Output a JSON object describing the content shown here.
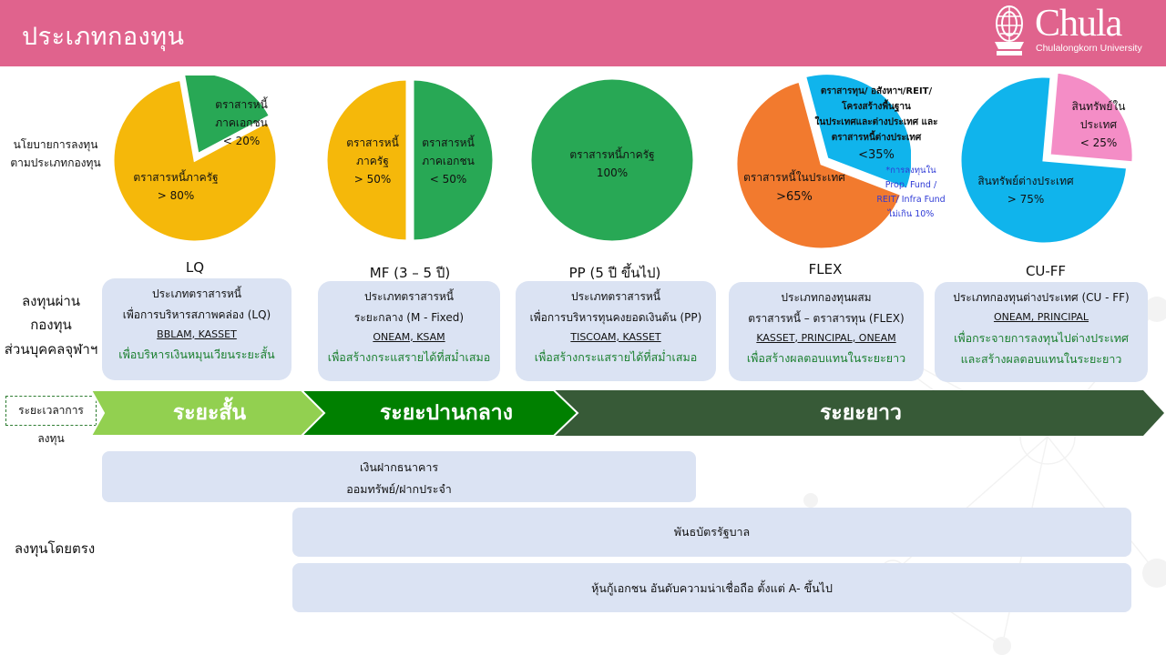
{
  "header": {
    "title": "ประเภทกองทุน"
  },
  "logo": {
    "wordmark": "Chula",
    "subtitle": "Chulalongkorn University"
  },
  "row_labels": {
    "policy_line1": "นโยบายการลงทุน",
    "policy_line2": "ตามประเภทกองทุน",
    "invest_via_line1": "ลงทุนผ่าน",
    "invest_via_line2": "กองทุน",
    "invest_via_line3": "ส่วนบุคคลจุฬาฯ",
    "direct": "ลงทุนโดยตรง"
  },
  "pies": [
    {
      "slices": [
        {
          "line1": "ตราสารหนี้",
          "line2": "ภาคเอกชน",
          "line3": "< 20%",
          "share": 0.2,
          "color": "#28a855"
        },
        {
          "line1": "ตราสารหนี้ภาครัฐ",
          "line2": "> 80%",
          "share": 0.8,
          "color": "#f5b80a"
        }
      ]
    },
    {
      "slices": [
        {
          "line1": "ตราสารหนี้",
          "line2": "ภาคเอกชน",
          "line3": "< 50%",
          "share": 0.5,
          "color": "#28a855"
        },
        {
          "line1": "ตราสารหนี้",
          "line2": "ภาครัฐ",
          "line3": "> 50%",
          "share": 0.5,
          "color": "#f5b80a"
        }
      ]
    },
    {
      "slices": [
        {
          "line1": "ตราสารหนี้ภาครัฐ",
          "line2": "100%",
          "share": 1.0,
          "color": "#28a855"
        }
      ]
    },
    {
      "slices": [
        {
          "line1": "ตราสารทุน/ อสังหาฯ/REIT/",
          "line2": "โครงสร้างพื้นฐาน",
          "line3": "ในประเทศและต่างประเทศ และ",
          "line4": "ตราสารหนี้ต่างประเทศ",
          "line5": "<35%",
          "share": 0.35,
          "color": "#10b4ec"
        },
        {
          "line1": "ตราสารหนี้ในประเทศ",
          "line2": ">65%",
          "share": 0.65,
          "color": "#f27a2e"
        }
      ],
      "note": {
        "line1": "*การลงทุนใน",
        "line2": "Prop. Fund /",
        "line3": "REIT/ Infra Fund",
        "line4": "ไม่เกิน 10%"
      }
    },
    {
      "slices": [
        {
          "line1": "สินทรัพย์ใน",
          "line2": "ประเทศ",
          "line3": "< 25%",
          "share": 0.25,
          "color": "#f48dc6"
        },
        {
          "line1": "สินทรัพย์ต่างประเทศ",
          "line2": "> 75%",
          "share": 0.75,
          "color": "#10b4ec"
        }
      ]
    }
  ],
  "funds": [
    {
      "title": "LQ",
      "type_line": "ประเภทตราสารหนี้",
      "desc_line": "เพื่อการบริหารสภาพคล่อง (LQ)",
      "managers": "BBLAM, KASSET",
      "purpose": "เพื่อบริหารเงินหมุนเวียนระยะสั้น"
    },
    {
      "title": "MF (3 – 5 ปี)",
      "type_line": "ประเภทตราสารหนี้",
      "desc_line": "ระยะกลาง (M - Fixed)",
      "managers": "ONEAM, KSAM",
      "purpose": "เพื่อสร้างกระแสรายได้ที่สม่ำเสมอ"
    },
    {
      "title": "PP (5 ปี ขึ้นไป)",
      "type_line": "ประเภทตราสารหนี้",
      "desc_line": "เพื่อการบริหารทุนคงยอดเงินต้น (PP)",
      "managers": "TISCOAM, KASSET",
      "purpose": "เพื่อสร้างกระแสรายได้ที่สม่ำเสมอ"
    },
    {
      "title": "FLEX",
      "type_line": "ประเภทกองทุนผสม",
      "desc_line": "ตราสารหนี้ – ตราสารทุน (FLEX)",
      "managers": "KASSET, PRINCIPAL, ONEAM",
      "purpose": "เพื่อสร้างผลตอบแทนในระยะยาว"
    },
    {
      "title": "CU-FF",
      "type_line": "ประเภทกองทุนต่างประเทศ (CU - FF)",
      "desc_line": "",
      "managers": "ONEAM, PRINCIPAL",
      "purpose": "เพื่อกระจายการลงทุนไปต่างประเทศ",
      "purpose2": "และสร้างผลตอบแทนในระยะยาว"
    }
  ],
  "timeline": {
    "tag": "ระยะเวลาการลงทุน",
    "short": "ระยะสั้น",
    "medium": "ระยะปานกลาง",
    "long": "ระยะยาว",
    "colors": {
      "short": "#92d050",
      "medium": "#008000",
      "long": "#375a37"
    }
  },
  "direct_investments": [
    {
      "line1": "เงินฝากธนาคาร",
      "line2": "ออมทรัพย์/ฝากประจำ"
    },
    {
      "line1": "พันธบัตรรัฐบาล"
    },
    {
      "line1": "หุ้นกู้เอกชน อันดับความน่าเชื่อถือ ตั้งแต่ A- ขึ้นไป"
    }
  ]
}
